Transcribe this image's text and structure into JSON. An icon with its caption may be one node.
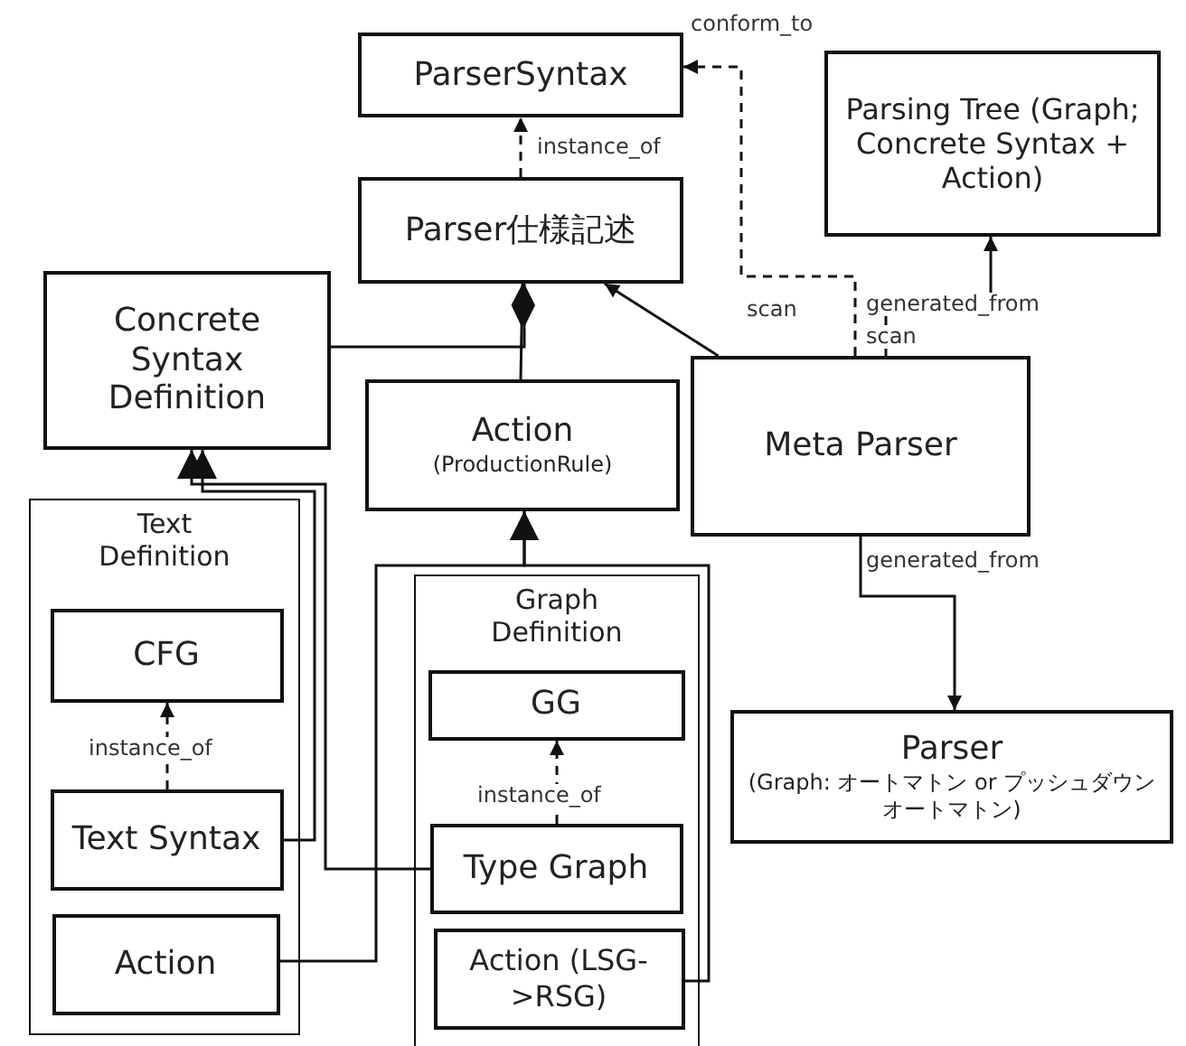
{
  "diagram": {
    "nodes": [
      {
        "text": [
          "ParserSyntax"
        ]
      },
      {
        "text": [
          "Parsing Tree (Graph; Concrete Syntax + Action)"
        ]
      },
      {
        "text": [
          "Parser仕様記述"
        ]
      },
      {
        "text": [
          "Concrete Syntax Definition"
        ]
      },
      {
        "text": [
          "Action",
          "(ProductionRule)"
        ]
      },
      {
        "text": [
          "Meta Parser"
        ]
      },
      {
        "text": [
          "Text Definition"
        ]
      },
      {
        "text": [
          "CFG"
        ],
        "in": 6
      },
      {
        "text": [
          "Text Syntax"
        ],
        "in": 6
      },
      {
        "text": [
          "Action"
        ],
        "in": 6
      },
      {
        "text": [
          "Graph Definition"
        ]
      },
      {
        "text": [
          "GG"
        ],
        "in": 10
      },
      {
        "text": [
          "Type Graph"
        ],
        "in": 10
      },
      {
        "text": [
          "Action (LSG->RSG)"
        ],
        "in": 10
      },
      {
        "text": [
          "Parser",
          "(Graph: オートマトン or プッシュダウンオートマトン)"
        ]
      }
    ],
    "edges": [
      {
        "from": 2,
        "to": 0,
        "arrow": "to",
        "label": "instance_of",
        "style": "dashed"
      },
      {
        "from": 5,
        "to": 0,
        "arrow": "to",
        "label": "conform_to",
        "style": "dashed"
      },
      {
        "from": 5,
        "to": 1,
        "arrow": "to",
        "label": "generated_from"
      },
      {
        "from": 5,
        "to": 2,
        "arrow": "to",
        "label": "scan"
      },
      {
        "from": 3,
        "to": 2,
        "arrow": "other"
      },
      {
        "from": 4,
        "to": 2,
        "arrow": "other"
      },
      {
        "from": 8,
        "to": 3,
        "arrow": "to"
      },
      {
        "from": 12,
        "to": 3,
        "arrow": "to"
      },
      {
        "from": 9,
        "to": 4,
        "arrow": "to"
      },
      {
        "from": 13,
        "to": 4,
        "arrow": "to"
      },
      {
        "from": 8,
        "to": 7,
        "arrow": "to",
        "label": "instance_of",
        "style": "dashed"
      },
      {
        "from": 12,
        "to": 11,
        "arrow": "to",
        "label": "instance_of",
        "style": "dashed"
      },
      {
        "from": 5,
        "to": 14,
        "arrow": "to",
        "label": "generated_from"
      }
    ],
    "labels": [
      "scan"
    ]
  }
}
